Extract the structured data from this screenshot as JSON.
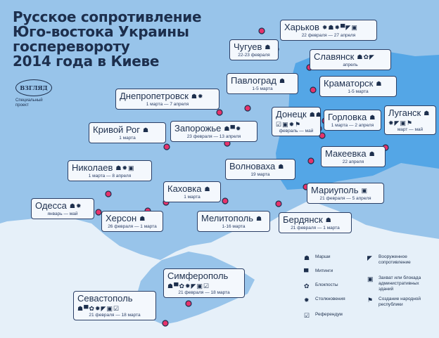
{
  "title": {
    "lines": [
      "Русское сопротивление",
      "Юго-востока Украины",
      "госперевороту",
      "2014 года в Киеве"
    ]
  },
  "logo": {
    "mark": "ВЗГЛЯД",
    "caption": "Специальный проект"
  },
  "colors": {
    "sea": "#e6f0f9",
    "land": "#98c4ea",
    "region": "#54a6e6",
    "card_border": "#2b3f66",
    "marker_fill": "#e6336b",
    "text": "#1d2f4d"
  },
  "cities": [
    {
      "id": "kharkov",
      "name": "Харьков",
      "icons": "✹☗✸▀◤▣",
      "date": "22 февраля — 27 апреля"
    },
    {
      "id": "chuguev",
      "name": "Чугуев",
      "icons": "☗",
      "date": "22-23 февраля"
    },
    {
      "id": "slavyansk",
      "name": "Славянск",
      "icons": "☗✿◤",
      "date": "апрель"
    },
    {
      "id": "kramatorsk",
      "name": "Краматорск",
      "icons": "☗",
      "date": "1-5 марта"
    },
    {
      "id": "pavlograd",
      "name": "Павлоград",
      "icons": "☗",
      "date": "1-5 марта"
    },
    {
      "id": "dnepropetrovsk",
      "name": "Днепропетровск",
      "icons": "☗✹",
      "date": "1 марта — 7 апреля"
    },
    {
      "id": "donetsk",
      "name": "Донецк",
      "icons": "☗☗",
      "icons2": "☑▣✹⚑",
      "date": "февраль — май"
    },
    {
      "id": "gorlovka",
      "name": "Горловка",
      "icons": "☗",
      "date": "1 марта — 2 апреля"
    },
    {
      "id": "lugansk",
      "name": "Луганск",
      "icons": "☗",
      "icons2": "✸◤▣⚑",
      "date": "март — май"
    },
    {
      "id": "krivoy-rog",
      "name": "Кривой Рог",
      "icons": "☗",
      "date": "1 марта"
    },
    {
      "id": "zaporozhye",
      "name": "Запорожье",
      "icons": "☗▀✹",
      "date": "23 февраля — 13 апреля"
    },
    {
      "id": "makeevka",
      "name": "Макеевка",
      "icons": "☗",
      "date": "22 апреля"
    },
    {
      "id": "nikolaev",
      "name": "Николаев",
      "icons": "☗✹▣",
      "date": "1 марта — 8 апреля"
    },
    {
      "id": "volnovakha",
      "name": "Волноваха",
      "icons": "☗",
      "date": "19 марта"
    },
    {
      "id": "kakhovka",
      "name": "Каховка",
      "icons": "☗",
      "date": "1 марта"
    },
    {
      "id": "mariupol",
      "name": "Мариуполь",
      "icons": "▣",
      "date": "21 февраля — 5 апреля"
    },
    {
      "id": "odessa",
      "name": "Одесса",
      "icons": "☗✹",
      "date": "январь — май"
    },
    {
      "id": "kherson",
      "name": "Херсон",
      "icons": "☗",
      "date": "26 февраля — 1 марта"
    },
    {
      "id": "melitopol",
      "name": "Мелитополь",
      "icons": "☗",
      "date": "1-16 марта"
    },
    {
      "id": "berdyansk",
      "name": "Бердянск",
      "icons": "☗",
      "date": "21 февраля — 1 марта"
    },
    {
      "id": "simferopol",
      "name": "Симферополь",
      "icons": "☗▀✿✹◤▣☑",
      "date": "21 февраля — 18 марта"
    },
    {
      "id": "sevastopol",
      "name": "Севастополь",
      "icons": "☗▀✿✹◤▣☑",
      "date": "21 февраля — 18 марта"
    }
  ],
  "legend": [
    {
      "id": "marches",
      "icon": "☗",
      "label": "Марши"
    },
    {
      "id": "rallies",
      "icon": "▀",
      "label": "Митинги"
    },
    {
      "id": "blockposts",
      "icon": "✿",
      "label": "Блокпосты"
    },
    {
      "id": "clashes",
      "icon": "✹",
      "label": "Столкновения"
    },
    {
      "id": "referendum",
      "icon": "☑",
      "label": "Референдум"
    },
    {
      "id": "armed",
      "icon": "◤",
      "label": "Вооруженное сопротивление"
    },
    {
      "id": "seizure",
      "icon": "▣",
      "label": "Захват или блокада административных зданий"
    },
    {
      "id": "republics",
      "icon": "⚑",
      "label": "Создание народной республики"
    }
  ]
}
